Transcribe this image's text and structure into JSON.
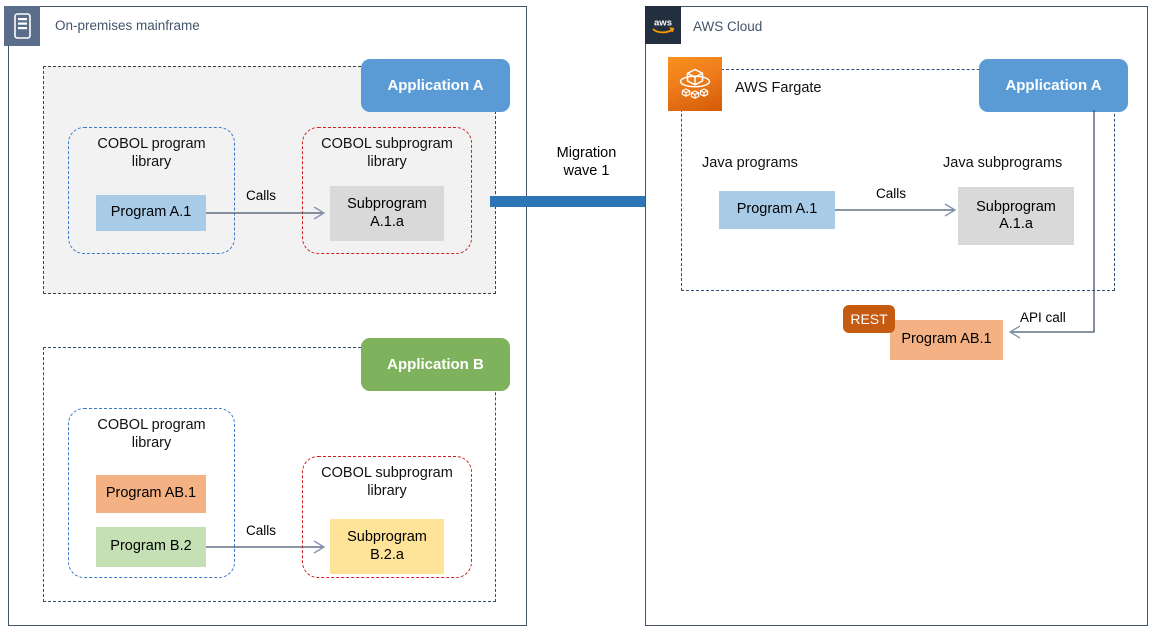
{
  "onprem": {
    "title": "On-premises mainframe",
    "icon": "mainframe-icon",
    "app_a": {
      "badge": "Application A",
      "badge_color": "#5B9BD5",
      "program_library_label": "COBOL program\nlibrary",
      "subprogram_library_label": "COBOL subprogram\nlibrary",
      "program": "Program A.1",
      "program_color": "#A8CBE8",
      "subprogram": "Subprogram\nA.1.a",
      "subprogram_color": "#D9D9D9",
      "call_label": "Calls"
    },
    "app_b": {
      "badge": "Application B",
      "badge_color": "#7FB25C",
      "program_library_label": "COBOL program\nlibrary",
      "subprogram_library_label": "COBOL subprogram\nlibrary",
      "program_ab1": "Program AB.1",
      "program_ab1_color": "#F4B183",
      "program_b2": "Program B.2",
      "program_b2_color": "#C5E0B4",
      "subprogram": "Subprogram\nB.2.a",
      "subprogram_color": "#FFE399",
      "call_label": "Calls"
    }
  },
  "migration": {
    "label": "Migration\nwave 1",
    "arrow_color": "#2E75B6"
  },
  "aws": {
    "title": "AWS Cloud",
    "icon": "aws-logo-icon",
    "fargate": {
      "label": "AWS Fargate",
      "icon": "aws-fargate-icon"
    },
    "app_a": {
      "badge": "Application A",
      "badge_color": "#5B9BD5",
      "programs_label": "Java programs",
      "subprograms_label": "Java subprograms",
      "program": "Program A.1",
      "program_color": "#A8CBE8",
      "subprogram": "Subprogram\nA.1.a",
      "subprogram_color": "#D9D9D9",
      "call_label": "Calls"
    },
    "rest_service": {
      "badge": "REST",
      "badge_color": "#C55A11",
      "program": "Program AB.1",
      "program_color": "#F4B183",
      "api_call_label": "API call"
    }
  }
}
